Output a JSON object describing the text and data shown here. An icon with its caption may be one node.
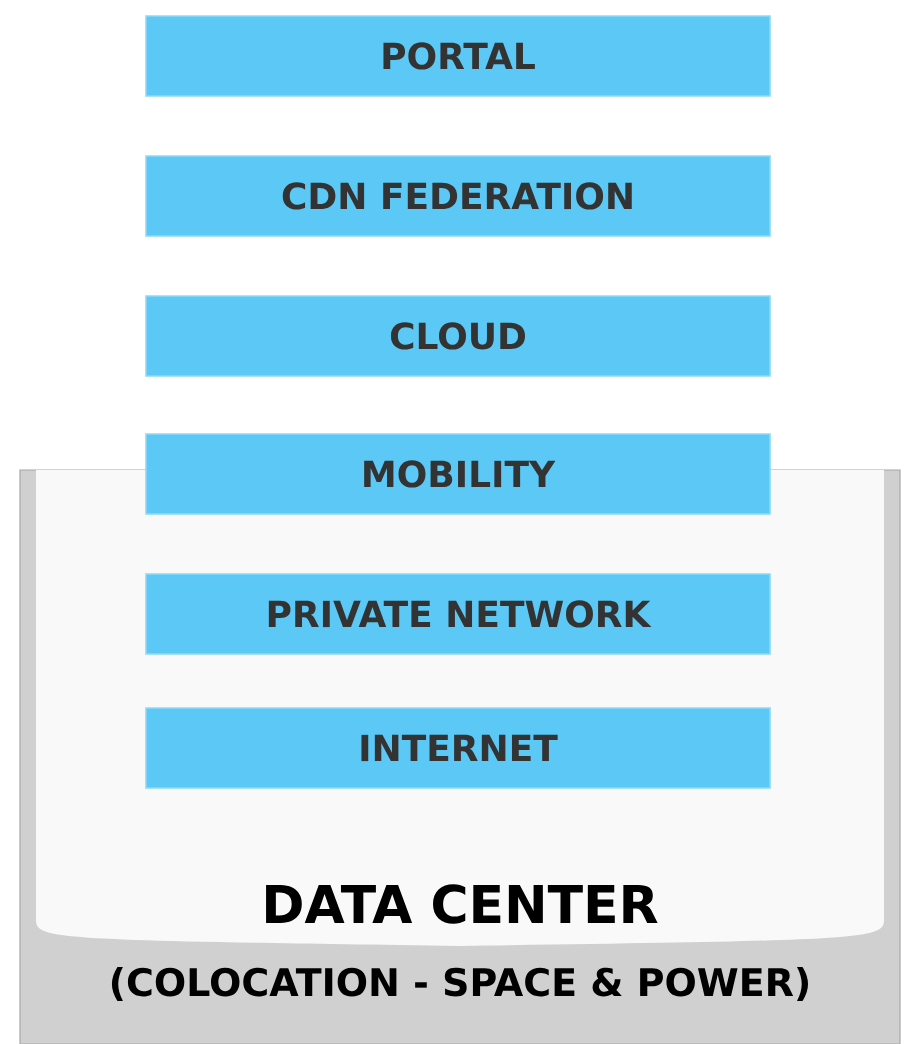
{
  "diagram": {
    "nodes": [
      {
        "text": [
          "PORTAL"
        ]
      },
      {
        "text": [
          "CDN FEDERATION"
        ]
      },
      {
        "text": [
          "CLOUD"
        ]
      },
      {
        "text": [
          "DATA CENTER",
          "(COLOCATION - SPACE & POWER)"
        ]
      },
      {
        "text": [
          "MOBILITY"
        ]
      },
      {
        "text": [
          "PRIVATE NETWORK"
        ],
        "in": 3
      },
      {
        "text": [
          "INTERNET"
        ],
        "in": 3
      }
    ]
  }
}
